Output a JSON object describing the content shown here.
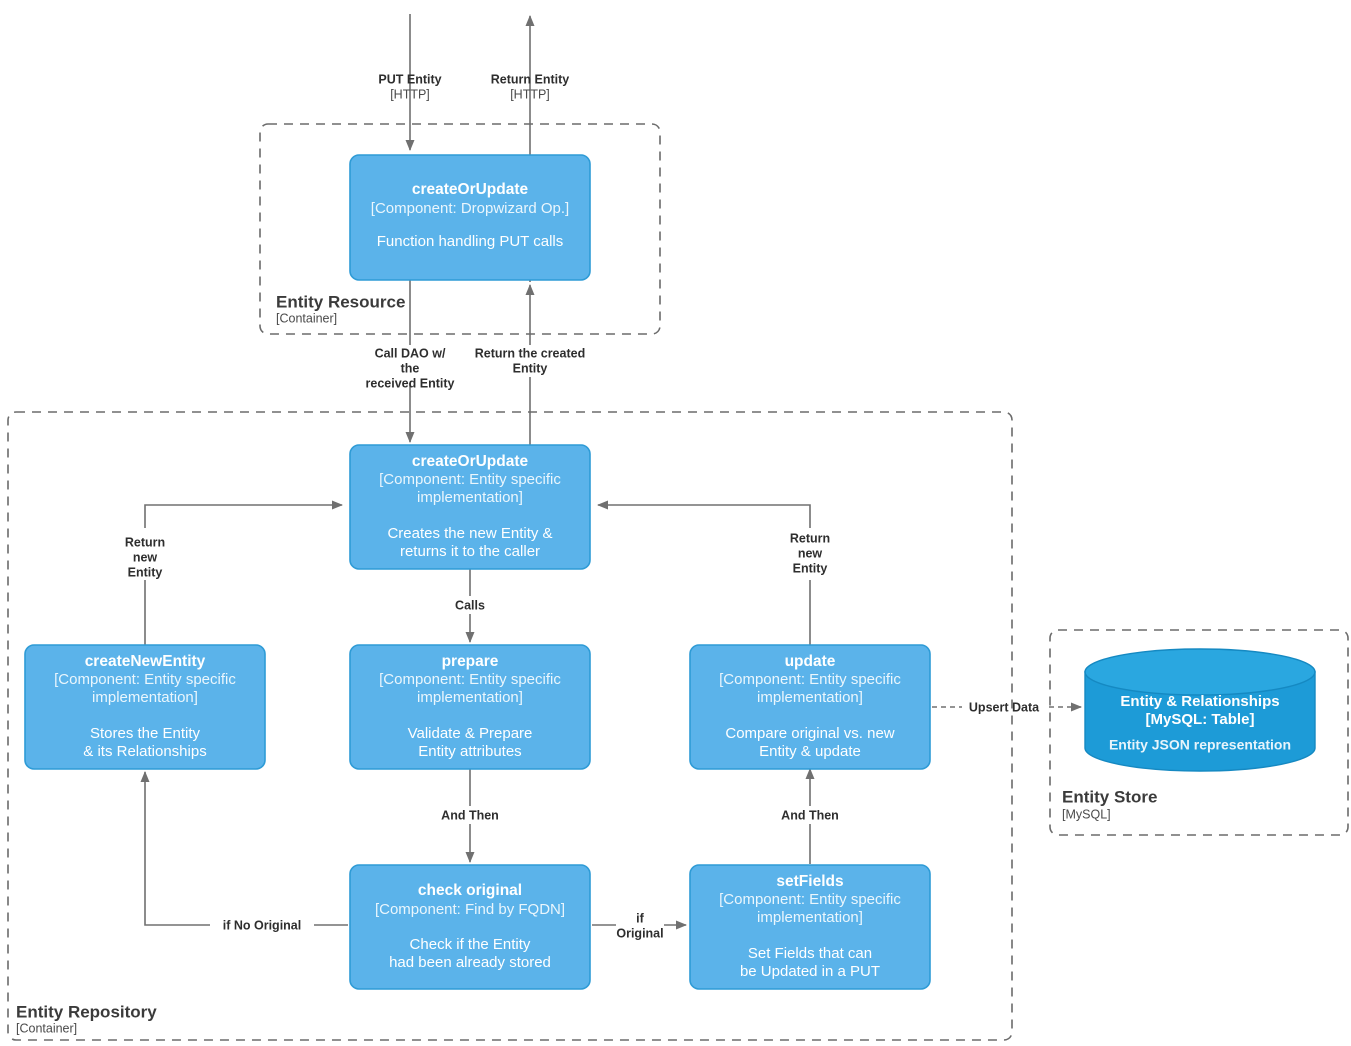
{
  "diagram": {
    "title": "Entity createOrUpdate component diagram",
    "colors": {
      "component_fill": "#5bb3ea",
      "component_stroke": "#2e9bd6",
      "database_fill": "#1d9bd7",
      "database_top": "#2aa7e0",
      "boundary_stroke": "#6b6b6b",
      "edge_stroke": "#707070",
      "text_light": "#ffffff",
      "text_dark": "#2e2e2e",
      "background": "#ffffff"
    }
  },
  "boundaries": [
    {
      "id": "entity-resource",
      "title": "Entity Resource",
      "subtitle": "[Container]"
    },
    {
      "id": "entity-repository",
      "title": "Entity Repository",
      "subtitle": "[Container]"
    },
    {
      "id": "entity-store",
      "title": "Entity Store",
      "subtitle": "[MySQL]"
    }
  ],
  "components": [
    {
      "id": "resource-create-or-update",
      "title": "createOrUpdate",
      "technology": "[Component: Dropwizard Op.]",
      "description_lines": [
        "Function handling PUT calls"
      ]
    },
    {
      "id": "repo-create-or-update",
      "title": "createOrUpdate",
      "technology_lines": [
        "[Component: Entity specific",
        "implementation]"
      ],
      "description_lines": [
        "Creates the new Entity &",
        "returns it to the caller"
      ]
    },
    {
      "id": "create-new-entity",
      "title": "createNewEntity",
      "technology_lines": [
        "[Component: Entity specific",
        "implementation]"
      ],
      "description_lines": [
        "Stores the Entity",
        "& its Relationships"
      ]
    },
    {
      "id": "prepare",
      "title": "prepare",
      "technology_lines": [
        "[Component: Entity specific",
        "implementation]"
      ],
      "description_lines": [
        "Validate & Prepare",
        "Entity attributes"
      ]
    },
    {
      "id": "update",
      "title": "update",
      "technology_lines": [
        "[Component: Entity specific",
        "implementation]"
      ],
      "description_lines": [
        "Compare original vs. new",
        "Entity & update"
      ]
    },
    {
      "id": "check-original",
      "title": "check original",
      "technology": "[Component: Find by FQDN]",
      "description_lines": [
        "Check if the Entity",
        "had been already stored"
      ]
    },
    {
      "id": "set-fields",
      "title": "setFields",
      "technology_lines": [
        "[Component: Entity specific",
        "implementation]"
      ],
      "description_lines": [
        "Set Fields that can",
        "be Updated in a PUT"
      ]
    }
  ],
  "database": {
    "id": "entity-relationships-table",
    "title_lines": [
      "Entity & Relationships",
      "[MySQL: Table]"
    ],
    "description": "Entity JSON representation"
  },
  "edges": [
    {
      "id": "put-entity",
      "label_lines": [
        "PUT Entity"
      ],
      "technology": "[HTTP]"
    },
    {
      "id": "return-entity",
      "label_lines": [
        "Return Entity"
      ],
      "technology": "[HTTP]"
    },
    {
      "id": "call-dao",
      "label_lines": [
        "Call DAO w/",
        "the",
        "received Entity"
      ]
    },
    {
      "id": "return-created-entity",
      "label_lines": [
        "Return the created",
        "Entity"
      ]
    },
    {
      "id": "return-new-entity-left",
      "label_lines": [
        "Return",
        "new",
        "Entity"
      ]
    },
    {
      "id": "return-new-entity-right",
      "label_lines": [
        "Return",
        "new",
        "Entity"
      ]
    },
    {
      "id": "calls",
      "label_lines": [
        "Calls"
      ]
    },
    {
      "id": "and-then-left",
      "label_lines": [
        "And Then"
      ]
    },
    {
      "id": "and-then-right",
      "label_lines": [
        "And Then"
      ]
    },
    {
      "id": "if-no-original",
      "label_lines": [
        "if No Original"
      ]
    },
    {
      "id": "if-original",
      "label_lines": [
        "if",
        "Original"
      ]
    },
    {
      "id": "upsert-data",
      "label_lines": [
        "Upsert Data"
      ]
    }
  ]
}
